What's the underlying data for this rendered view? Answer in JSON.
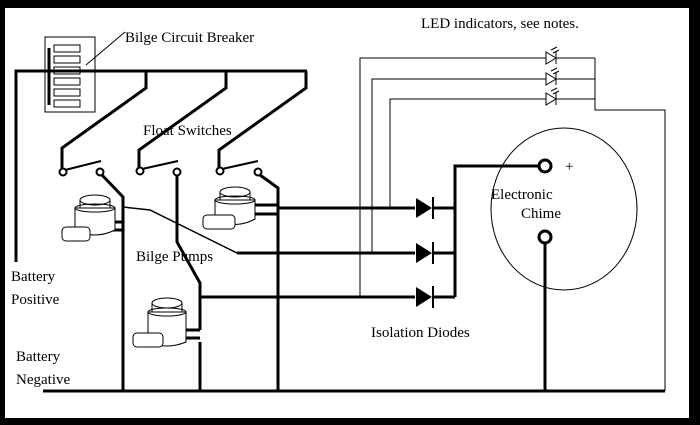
{
  "labels": {
    "breaker": "Bilge Circuit Breaker",
    "float_switches": "Float Switches",
    "bilge_pumps": "Bilge Pumps",
    "battery_positive_1": "Battery",
    "battery_positive_2": "Positive",
    "battery_negative_1": "Battery",
    "battery_negative_2": "Negative",
    "led": "LED indicators, see notes.",
    "chime_1": "Electronic",
    "chime_2": "Chime",
    "plus": "+",
    "diodes": "Isolation Diodes"
  },
  "colors": {
    "background": "#ffffff",
    "frame": "#000000",
    "wire": "#000000"
  }
}
